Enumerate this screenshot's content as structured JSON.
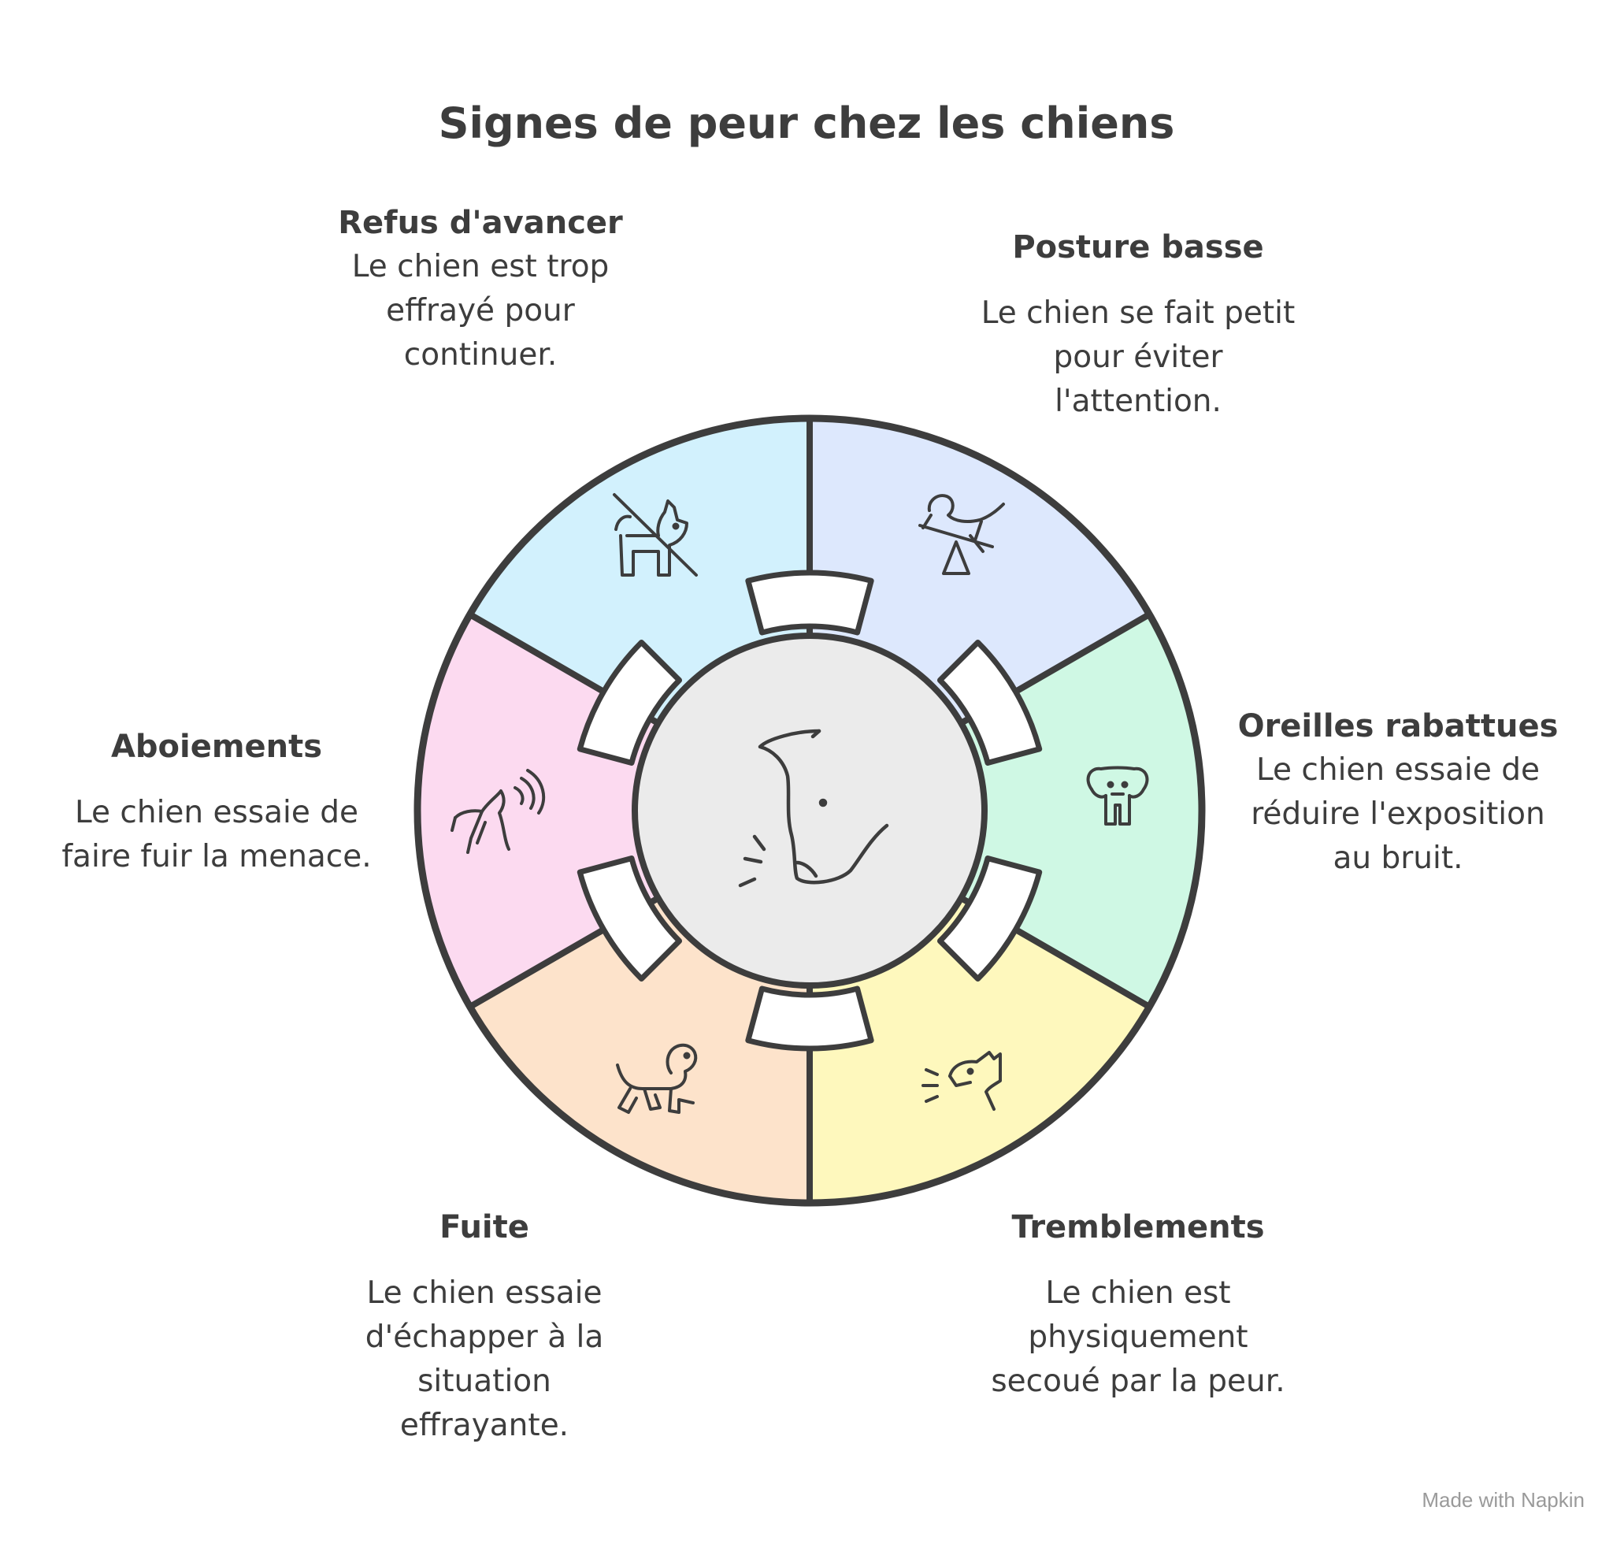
{
  "title": "Signes de peur chez les chiens",
  "segments": [
    {
      "key": "posture",
      "title": "Posture basse",
      "text": "Le chien se fait petit pour éviter l'attention.",
      "fill": "#dde8fd",
      "icon": "dog-on-seesaw-icon"
    },
    {
      "key": "oreilles",
      "title": "Oreilles rabattues",
      "text": "Le chien essaie de réduire l'exposition au bruit.",
      "fill": "#cff8e4",
      "icon": "dog-ears-down-icon"
    },
    {
      "key": "tremblements",
      "title": "Tremblements",
      "text": "Le chien est physiquement secoué par la peur.",
      "fill": "#fef8bd",
      "icon": "shaking-dog-icon"
    },
    {
      "key": "fuite",
      "title": "Fuite",
      "text": "Le chien essaie d'échapper à la situation effrayante.",
      "fill": "#fde3cb",
      "icon": "fleeing-dog-icon"
    },
    {
      "key": "aboiements",
      "title": "Aboiements",
      "text": "Le chien essaie de faire fuir la menace.",
      "fill": "#fcdaf0",
      "icon": "barking-dog-icon"
    },
    {
      "key": "refus",
      "title": "Refus d'avancer",
      "text": "Le chien est trop effrayé pour continuer.",
      "fill": "#d2f1fd",
      "icon": "no-dog-icon"
    }
  ],
  "center": {
    "fill": "#ebebeb",
    "icon": "dog-head-icon"
  },
  "colors": {
    "stroke": "#3d3d3d",
    "text": "#3d3d3d"
  },
  "brand": "Made with Napkin"
}
